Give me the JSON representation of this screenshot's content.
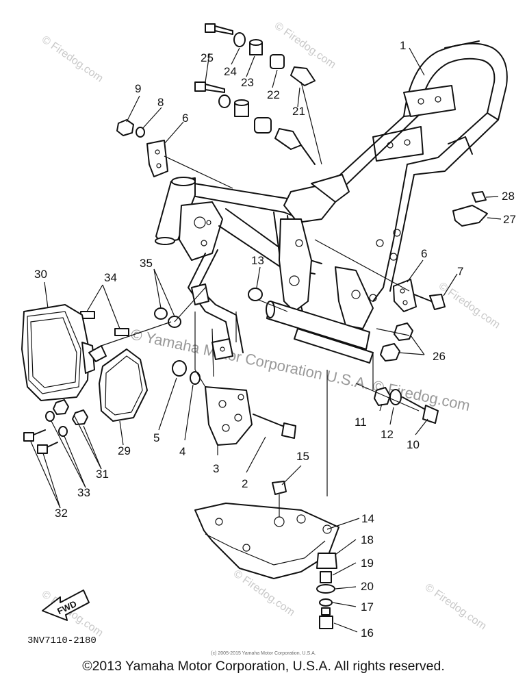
{
  "diagram_code": "3NV7110-2180",
  "fwd_label": "FWD",
  "watermark": "© Firedog.com",
  "watermark_center": "© Yamaha Motor Corporation U.S.A. © Firedog.com",
  "copyright_small": "(c) 2005-2015 Yamaha Motor Corporation, U.S.A.",
  "copyright": "©2013 Yamaha Motor Corporation, U.S.A. All rights reserved.",
  "callouts": [
    "1",
    "2",
    "3",
    "4",
    "5",
    "6",
    "6",
    "7",
    "8",
    "9",
    "10",
    "11",
    "12",
    "13",
    "14",
    "15",
    "16",
    "17",
    "18",
    "19",
    "20",
    "21",
    "22",
    "23",
    "24",
    "25",
    "26",
    "27",
    "28",
    "29",
    "30",
    "31",
    "32",
    "33",
    "34",
    "35"
  ]
}
